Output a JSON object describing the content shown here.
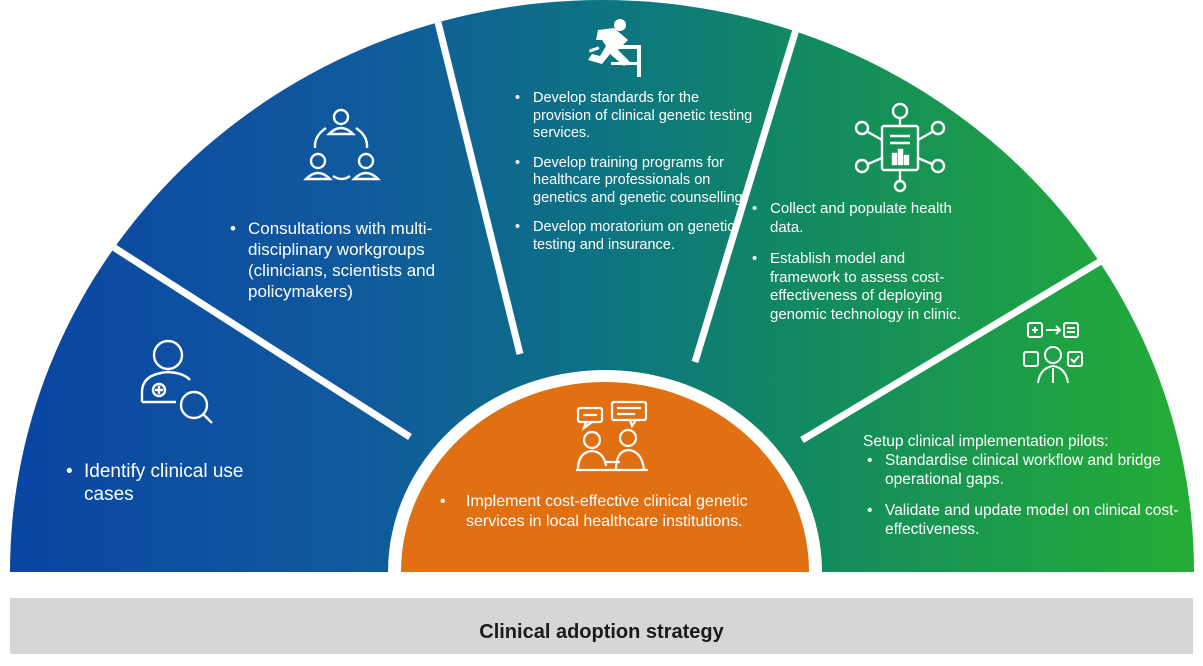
{
  "segments": [
    {
      "id": "identify",
      "icon": "doctor-search-icon",
      "color": "#0d4a9e",
      "bullets": [
        "Identify clinical use cases"
      ]
    },
    {
      "id": "consult",
      "icon": "team-network-icon",
      "color": "#115a9c",
      "bullets": [
        "Consultations with multi-disciplinary workgroups (clinicians, scientists and policymakers)"
      ]
    },
    {
      "id": "standards",
      "icon": "hurdle-runner-icon",
      "color": "#0e7381",
      "bullets": [
        "Develop standards for the provision of clinical genetic testing services.",
        "Develop training programs for healthcare professionals on genetics and genetic counselling.",
        "Develop moratorium on genetic testing and insurance."
      ]
    },
    {
      "id": "data",
      "icon": "data-hub-icon",
      "color": "#169455",
      "bullets": [
        "Collect and populate health data.",
        "Establish model and framework to assess cost-effectiveness of deploying genomic technology in clinic."
      ]
    },
    {
      "id": "pilots",
      "icon": "workflow-person-icon",
      "color": "#21a53a",
      "heading": "Setup clinical implementation pilots:",
      "bullets": [
        "Standardise clinical workflow and bridge operational gaps.",
        "Validate and update model on clinical cost-effectiveness."
      ]
    }
  ],
  "center": {
    "icon": "consultation-icon",
    "color": "#e07012",
    "bullets": [
      "Implement cost-effective clinical genetic services in local healthcare institutions."
    ]
  },
  "banner": {
    "title": "Clinical adoption strategy",
    "color": "#d6d6d6"
  }
}
